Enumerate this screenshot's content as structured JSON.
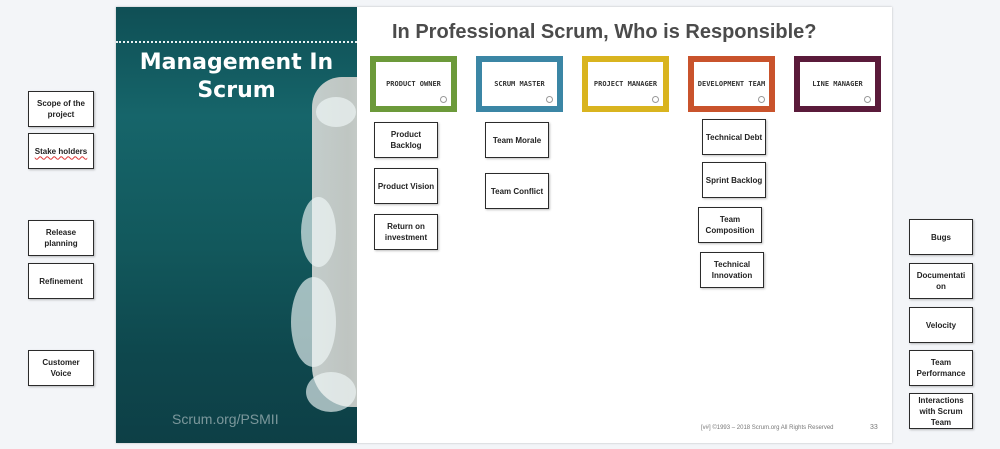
{
  "slide": {
    "side_title": "Management In Scrum",
    "watermark": "Scrum.org/PSMII",
    "heading": "In Professional Scrum, Who is Responsible?",
    "footer_copy": "[v#] ©1993 – 2018 Scrum.org All Rights Reserved",
    "page_number": "33"
  },
  "roles": [
    {
      "label": "PRODUCT OWNER",
      "color": "#6c9a3a"
    },
    {
      "label": "SCRUM MASTER",
      "color": "#3b86a5"
    },
    {
      "label": "PROJECT MANAGER",
      "color": "#d9b41f"
    },
    {
      "label": "DEVELOPMENT TEAM",
      "color": "#c9532c"
    },
    {
      "label": "LINE MANAGER",
      "color": "#5a1a3a"
    }
  ],
  "placed_notes": {
    "product_owner": [
      "Product Backlog",
      "Product Vision",
      "Return on investment"
    ],
    "scrum_master": [
      "Team Morale",
      "Team Conflict"
    ],
    "development_team": [
      "Technical Debt",
      "Sprint Backlog",
      "Team Composition",
      "Technical Innovation"
    ]
  },
  "left_notes": [
    "Scope of the project",
    "Stake holders",
    "Release planning",
    "Refinement",
    "Customer Voice"
  ],
  "right_notes": [
    "Bugs",
    "Documentati on",
    "Velocity",
    "Team Performance",
    "Interactions with Scrum Team"
  ]
}
